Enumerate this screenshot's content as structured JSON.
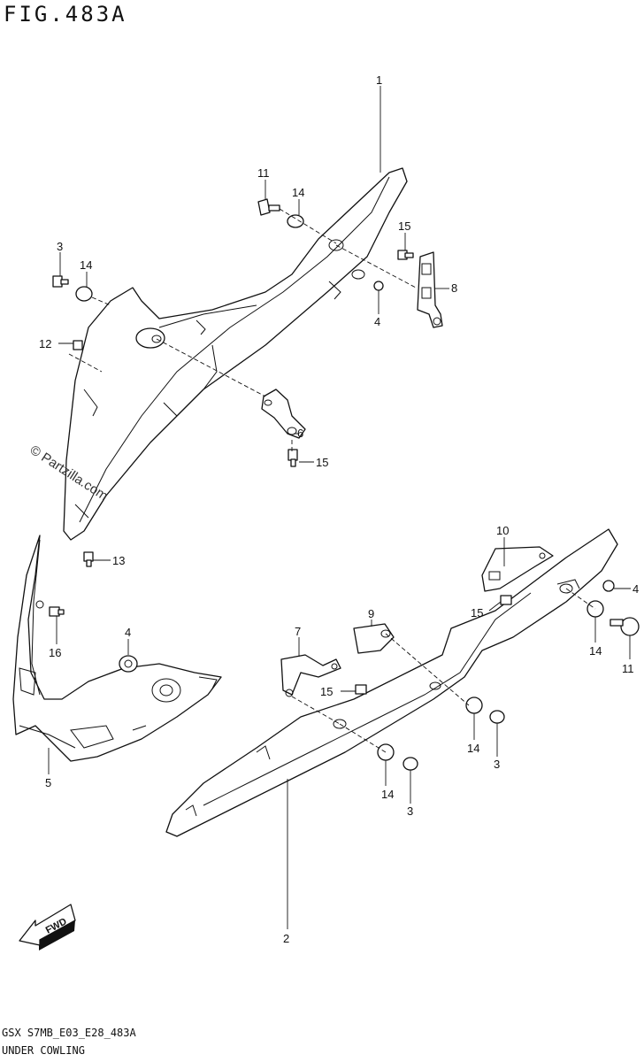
{
  "figure": {
    "title": "FIG.483A",
    "footer_code": "GSX  S7MB_E03_E28_483A",
    "footer_name": "UNDER COWLING",
    "watermark": "© Partzilla.com",
    "direction_label": "FWD"
  },
  "callouts": [
    {
      "id": "c1",
      "label": "1"
    },
    {
      "id": "c11a",
      "label": "11"
    },
    {
      "id": "c14a",
      "label": "14"
    },
    {
      "id": "c15a",
      "label": "15"
    },
    {
      "id": "c8",
      "label": "8"
    },
    {
      "id": "c4a",
      "label": "4"
    },
    {
      "id": "c3a",
      "label": "3"
    },
    {
      "id": "c14b",
      "label": "14"
    },
    {
      "id": "c12",
      "label": "12"
    },
    {
      "id": "c6",
      "label": "6"
    },
    {
      "id": "c15b",
      "label": "15"
    },
    {
      "id": "c13",
      "label": "13"
    },
    {
      "id": "c16",
      "label": "16"
    },
    {
      "id": "c4b",
      "label": "4"
    },
    {
      "id": "c5",
      "label": "5"
    },
    {
      "id": "c10",
      "label": "10"
    },
    {
      "id": "c4c",
      "label": "4"
    },
    {
      "id": "c15c",
      "label": "15"
    },
    {
      "id": "c14c",
      "label": "14"
    },
    {
      "id": "c11b",
      "label": "11"
    },
    {
      "id": "c9",
      "label": "9"
    },
    {
      "id": "c7",
      "label": "7"
    },
    {
      "id": "c15d",
      "label": "15"
    },
    {
      "id": "c14d",
      "label": "14"
    },
    {
      "id": "c3b",
      "label": "3"
    },
    {
      "id": "c14e",
      "label": "14"
    },
    {
      "id": "c3c",
      "label": "3"
    },
    {
      "id": "c2",
      "label": "2"
    }
  ]
}
